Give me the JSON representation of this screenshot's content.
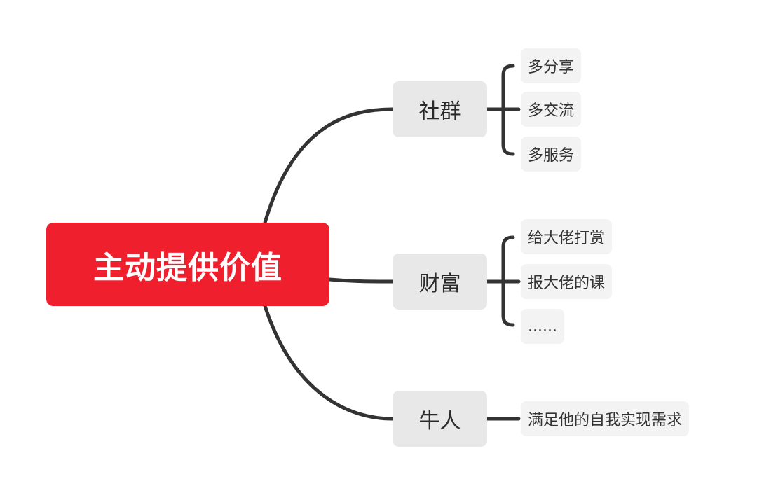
{
  "colors": {
    "root_bg": "#ef1f2d",
    "connector": "#333333"
  },
  "root": {
    "label": "主动提供价值"
  },
  "branches": [
    {
      "label": "社群",
      "leaves": [
        "多分享",
        "多交流",
        "多服务"
      ]
    },
    {
      "label": "财富",
      "leaves": [
        "给大佬打赏",
        "报大佬的课",
        "......"
      ]
    },
    {
      "label": "牛人",
      "leaves": [
        "满足他的自我实现需求"
      ]
    }
  ]
}
